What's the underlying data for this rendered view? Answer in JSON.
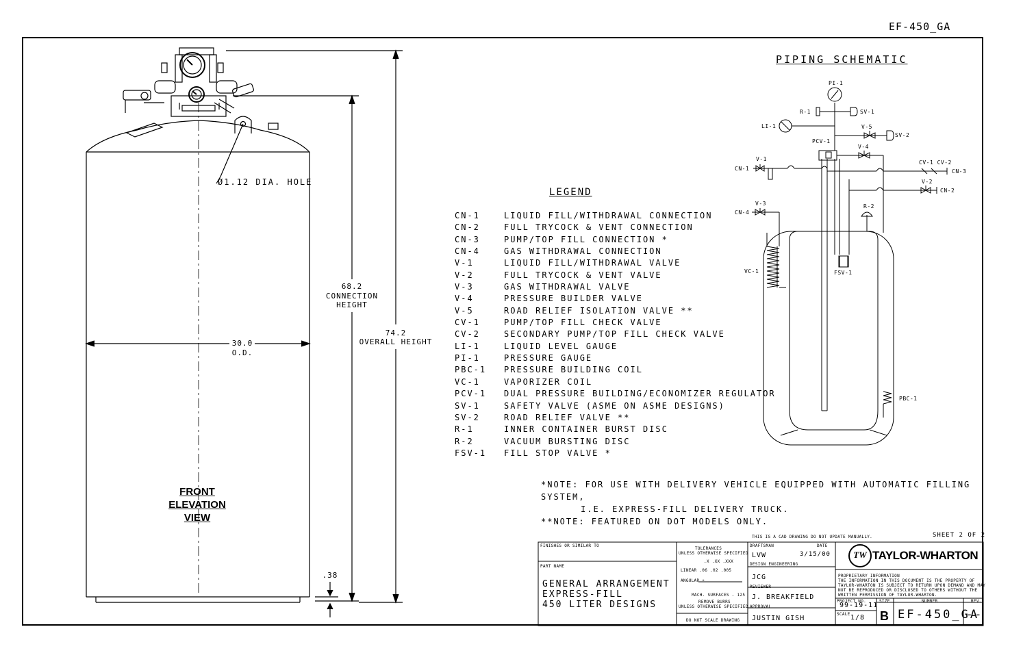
{
  "drawing_number_top": "EF-450_GA",
  "front_view": {
    "label_lines": [
      "FRONT",
      "ELEVATION",
      "VIEW"
    ],
    "hole_note": "Ø1.12 DIA. HOLE",
    "od_value": "30.0",
    "od_label": "O.D.",
    "conn_value": "68.2",
    "conn_label_1": "CONNECTION",
    "conn_label_2": "HEIGHT",
    "overall_value": "74.2",
    "overall_label": "OVERALL HEIGHT",
    "foot_value": ".38"
  },
  "legend": {
    "title": "LEGEND",
    "items": [
      {
        "code": "CN-1",
        "desc": "LIQUID FILL/WITHDRAWAL CONNECTION"
      },
      {
        "code": "CN-2",
        "desc": "FULL TRYCOCK & VENT CONNECTION"
      },
      {
        "code": "CN-3",
        "desc": "PUMP/TOP FILL CONNECTION *"
      },
      {
        "code": "CN-4",
        "desc": "GAS WITHDRAWAL CONNECTION"
      },
      {
        "code": "V-1",
        "desc": "LIQUID FILL/WITHDRAWAL VALVE"
      },
      {
        "code": "V-2",
        "desc": "FULL TRYCOCK & VENT VALVE"
      },
      {
        "code": "V-3",
        "desc": "GAS WITHDRAWAL VALVE"
      },
      {
        "code": "V-4",
        "desc": "PRESSURE BUILDER VALVE"
      },
      {
        "code": "V-5",
        "desc": "ROAD RELIEF ISOLATION VALVE **"
      },
      {
        "code": "CV-1",
        "desc": "PUMP/TOP FILL CHECK VALVE"
      },
      {
        "code": "CV-2",
        "desc": "SECONDARY PUMP/TOP FILL CHECK VALVE"
      },
      {
        "code": "LI-1",
        "desc": "LIQUID LEVEL GAUGE"
      },
      {
        "code": "PI-1",
        "desc": "PRESSURE GAUGE"
      },
      {
        "code": "PBC-1",
        "desc": "PRESSURE BUILDING COIL"
      },
      {
        "code": "VC-1",
        "desc": "VAPORIZER COIL"
      },
      {
        "code": "PCV-1",
        "desc": "DUAL PRESSURE BUILDING/ECONOMIZER REGULATOR"
      },
      {
        "code": "SV-1",
        "desc": "SAFETY VALVE (ASME ON ASME DESIGNS)"
      },
      {
        "code": "SV-2",
        "desc": "ROAD RELIEF VALVE **"
      },
      {
        "code": "R-1",
        "desc": "INNER CONTAINER BURST DISC"
      },
      {
        "code": "R-2",
        "desc": "VACUUM BURSTING DISC"
      },
      {
        "code": "FSV-1",
        "desc": "FILL STOP VALVE *"
      }
    ]
  },
  "notes": {
    "note1_line1": "*NOTE: FOR USE WITH DELIVERY VEHICLE EQUIPPED WITH AUTOMATIC FILLING SYSTEM,",
    "note1_line2": "I.E. EXPRESS-FILL DELIVERY TRUCK.",
    "note2": "**NOTE: FEATURED ON DOT MODELS ONLY."
  },
  "schematic": {
    "title": "PIPING SCHEMATIC",
    "labels": {
      "pi1": "PI-1",
      "r1": "R-1",
      "sv1": "SV-1",
      "li1": "LI-1",
      "v5": "V-5",
      "sv2": "SV-2",
      "pcv1": "PCV-1",
      "v4": "V-4",
      "v1": "V-1",
      "cn1": "CN-1",
      "cv": "CV-1 CV-2",
      "cn3": "CN-3",
      "v2": "V-2",
      "cn2": "CN-2",
      "v3": "V-3",
      "cn4": "CN-4",
      "r2": "R-2",
      "vc1": "VC-1",
      "fsv1": "FSV-1",
      "pbc1": "PBC-1"
    }
  },
  "title_block": {
    "cad_note": "THIS IS A CAD DRAWING DO NOT UPDATE MANUALLY.",
    "sheet": "SHEET 2 OF 2",
    "finishes": "FINISHES OR SIMILAR TO",
    "tolerances_1": "TOLERANCES",
    "tolerances_2": "UNLESS OTHERWISE SPECIFIED",
    "tol_cols": ".X    .XX    .XXX",
    "linear": "LINEAR  .06   .02   .005",
    "angular": "ANGULAR   ±",
    "mach": "MACH. SURFACES - 125",
    "burrs_1": "REMOVE BURRS",
    "burrs_2": "UNLESS OTHERWISE SPECIFIED",
    "do_not_scale": "DO NOT SCALE DRAWING",
    "part_name_label": "PART NAME",
    "part_name_1": "GENERAL ARRANGEMENT",
    "part_name_2": "EXPRESS-FILL",
    "part_name_3": "450 LITER DESIGNS",
    "draftsman_label": "DRAFTSMAN",
    "date_label": "DATE",
    "draftsman": "LVW",
    "date": "3/15/00",
    "design_eng_label": "DESIGN ENGINEERING",
    "design_eng": "JCG",
    "reviewer_label": "REVIEWER",
    "reviewer": "J. BREAKFIELD",
    "approval_label": "APPROVAL",
    "approval": "JUSTIN GISH",
    "company": "TAYLOR-WHARTON",
    "logo_letters": "TW",
    "prop_1": "PROPRIETARY INFORMATION",
    "prop_2": "THE INFORMATION IN THIS DOCUMENT IS THE PROPERTY OF",
    "prop_3": "TAYLOR-WHARTON IS SUBJECT TO RETURN UPON DEMAND AND MAY",
    "prop_4": "NOT BE REPRODUCED OR DISCLOSED TO OTHERS WITHOUT THE",
    "prop_5": "WRITTEN PERMISSION OF TAYLOR-WHARTON.",
    "project_label": "PROJECT NO.",
    "project": "99-19-11",
    "size_label": "SIZE",
    "size": "B",
    "number_label": "NUMBER",
    "number": "EF-450_GA",
    "rev_label": "REV.",
    "rev": "--",
    "scale_label": "SCALE",
    "scale": "1/8"
  }
}
